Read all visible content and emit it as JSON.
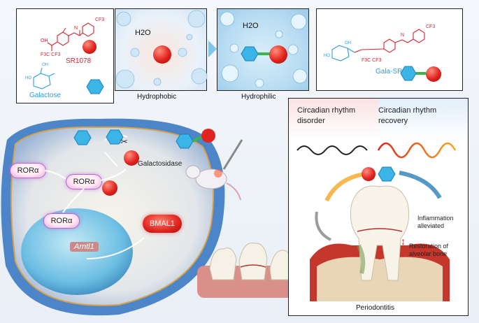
{
  "molecules": {
    "sr1078_label": "SR1078",
    "galactose_label": "Galactose",
    "gala_sr_label": "Gala-SR",
    "cf3": "CF3",
    "f3c_cf3": "F3C  CF3",
    "oh": "OH",
    "ho": "HO",
    "o": "O",
    "n_h": "N",
    "h": "H"
  },
  "solubility": {
    "water_label": "H2O",
    "hydrophobic_label": "Hydrophobic",
    "hydrophilic_label": "Hydrophilic"
  },
  "cell": {
    "ror_a": "RORα",
    "galactosidase_label": "Galactosidase",
    "arntl_label": "Arntl1",
    "bmal1_label": "BMAL1"
  },
  "right_panel": {
    "disorder_label": "Circadian rhythm\ndisorder",
    "recovery_label": "Circadian rhythm\nrecovery",
    "inflammation_label": "Inflammation\nalleviated",
    "bone_label": "Restoration of\nalveolar bone",
    "periodontitis_label": "Periodontitis"
  },
  "colors": {
    "red": "#d9232d",
    "blue": "#2a9fd8",
    "hexagon": "#3bb4e8",
    "cell_blue": "#4d86c8",
    "ror_border": "#b06ad0"
  }
}
